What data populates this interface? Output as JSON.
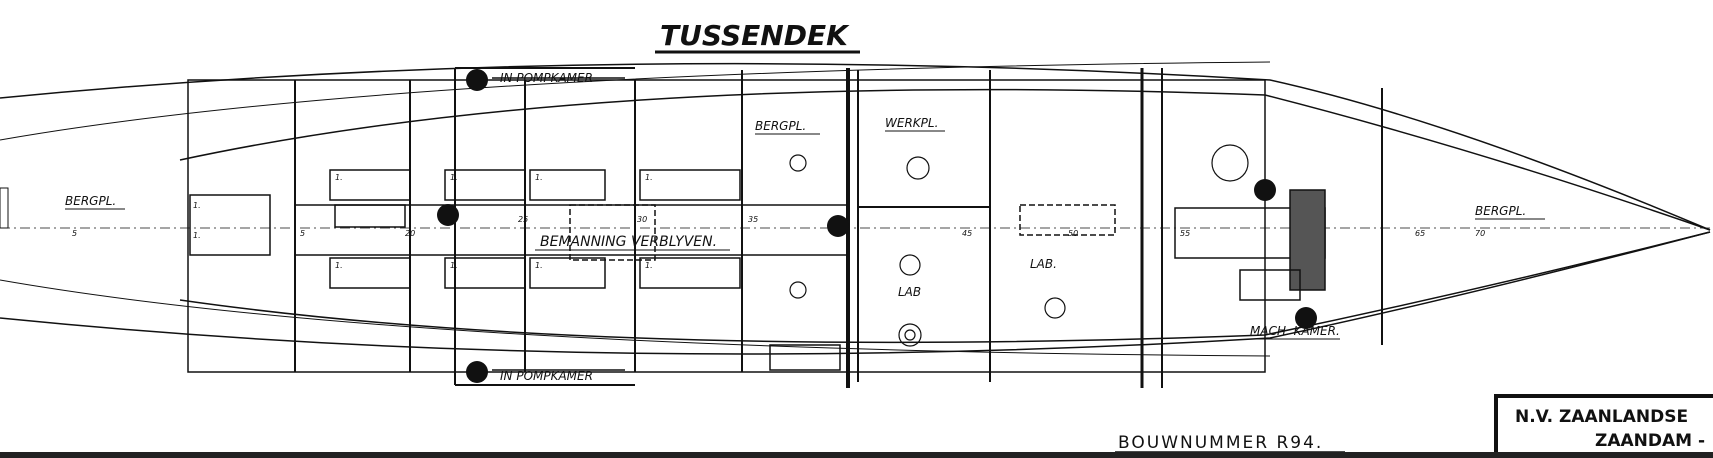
{
  "drawing": {
    "title": "TUSSENDEK",
    "labels": {
      "pompkamer_top": "IN POMPKAMER",
      "pompkamer_bottom": "IN POMPKAMER",
      "bergpl_aft": "BERGPL.",
      "bergpl_mid": "BERGPL.",
      "bergpl_fwd": "BERGPL.",
      "werkpl": "WERKPL.",
      "bemanning": "BEMANNING VERBLYVEN.",
      "lab_1": "LAB",
      "lab_2": "LAB.",
      "mach_kamer": "MACH. KAMER."
    },
    "frames": [
      "5",
      "5",
      "20",
      "25",
      "30",
      "35",
      "45",
      "50",
      "55",
      "65",
      "70"
    ],
    "bunk_number": "1.",
    "bouwnummer": "BOUWNUMMER R94.",
    "company_line1": "N.V. ZAANLANDSE",
    "company_line2": "ZAANDAM -"
  }
}
